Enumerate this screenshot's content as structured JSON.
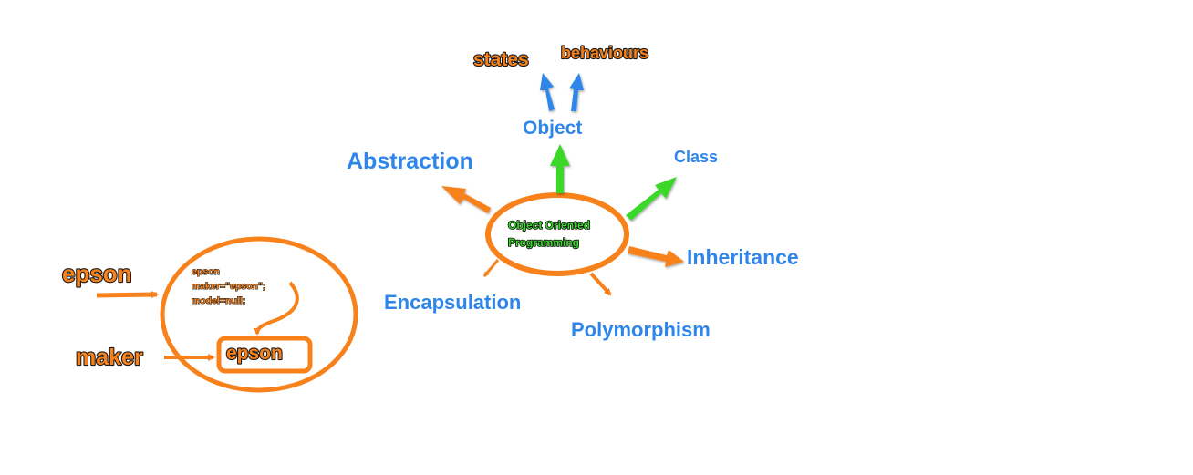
{
  "center": {
    "line1": "Object Oriented",
    "line2": "Programming"
  },
  "nodes": {
    "object": "Object",
    "states": "states",
    "behaviours": "behaviours",
    "abstraction": "Abstraction",
    "class": "Class",
    "inheritance": "Inheritance",
    "encapsulation": "Encapsulation",
    "polymorphism": "Polymorphism"
  },
  "example": {
    "outer_label": "epson",
    "pointer_label": "maker",
    "code_lines": [
      "epson",
      "maker=\"epson\";",
      "model=null;"
    ],
    "box_value": "epson"
  },
  "colors": {
    "orange": "#f7821c",
    "blue": "#2f86ea",
    "green": "#3bd82c"
  }
}
